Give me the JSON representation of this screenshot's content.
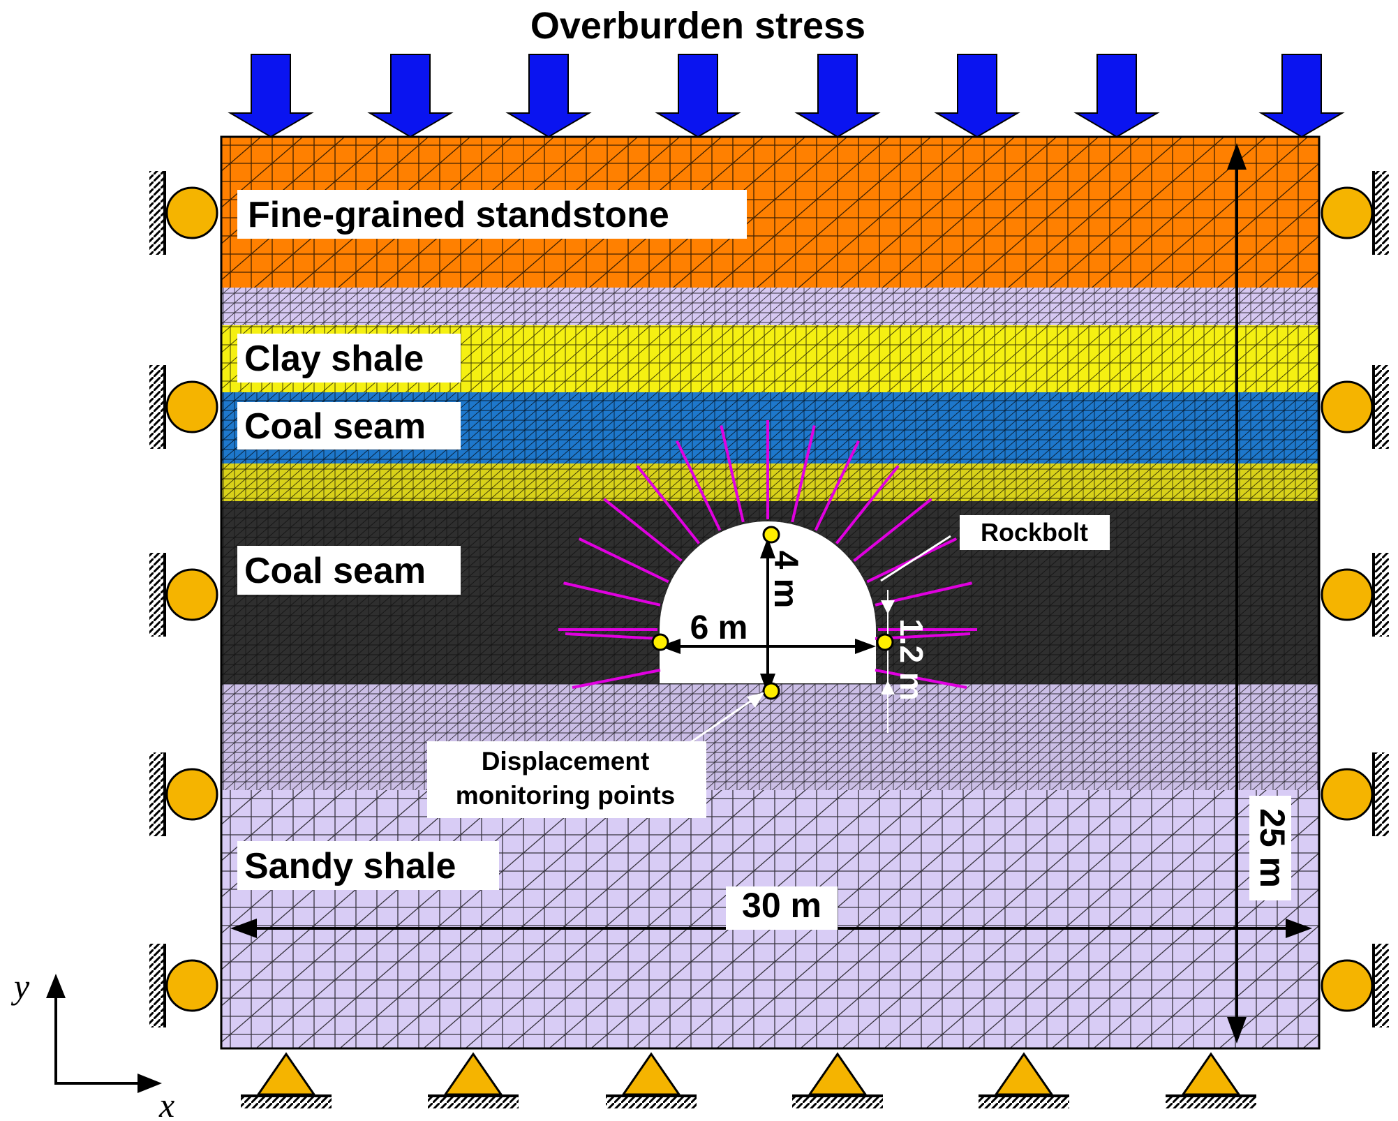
{
  "title": "Overburden stress",
  "layers": [
    {
      "label": "Fine-grained standstone",
      "color": "#ff8000"
    },
    {
      "label": "",
      "color": "#d6c8f2"
    },
    {
      "label": "Clay shale",
      "color": "#f5f012"
    },
    {
      "label": "Coal seam",
      "color": "#1e78cc"
    },
    {
      "label": "",
      "color": "#d9d21a"
    },
    {
      "label": "Coal seam",
      "color": "#2f2f2f"
    },
    {
      "label": "",
      "color": "#cbbee6"
    },
    {
      "label": "Sandy shale",
      "color": "#d8ccf5"
    }
  ],
  "dimensions": {
    "width": "30 m",
    "height": "25 m",
    "tunnel_width": "6 m",
    "tunnel_height": "4 m",
    "wall_height": "1.2 m"
  },
  "annotations": {
    "rockbolt": "Rockbolt",
    "monitoring_line1": "Displacement",
    "monitoring_line2": "monitoring points"
  },
  "axes": {
    "x": "x",
    "y": "y"
  },
  "colors": {
    "arrow": "#0a14f0",
    "support": "#f5b400",
    "bolt": "#e000e0",
    "monitor": "#ffee00"
  }
}
